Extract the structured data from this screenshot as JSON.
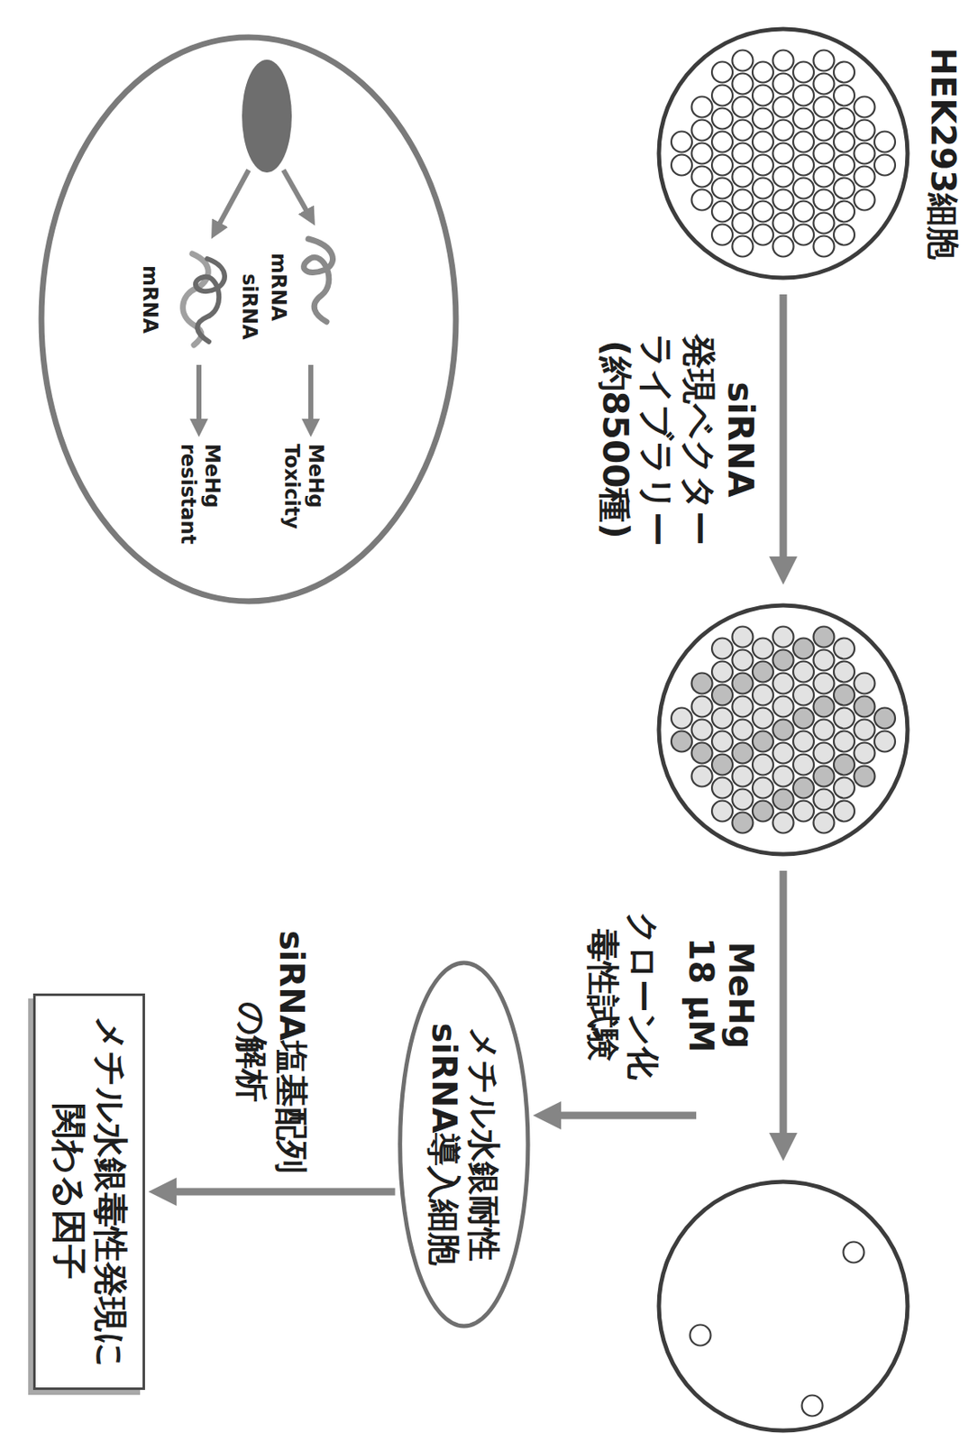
{
  "diagram": {
    "nodes": [
      {
        "text": [
          "メチル水銀耐性 siRNA導入細胞"
        ]
      },
      {
        "text": [
          "メチル水銀毒性発現に 関わる因子"
        ]
      },
      {
        "text": [
          "mRNA",
          "MeHg Toxicity",
          "siRNA",
          "mRNA",
          "MeHg resistant"
        ]
      }
    ],
    "edges": [
      {
        "from": 0,
        "to": 1,
        "label": "siRNA塩基配列 の解析",
        "arrow": "to"
      }
    ],
    "labels": [
      "HEK293細胞",
      "siRNA 発現ベクター ライブラリー (約8500種)",
      "MeHg 18 μM",
      "クローン化 毒性試験"
    ]
  }
}
